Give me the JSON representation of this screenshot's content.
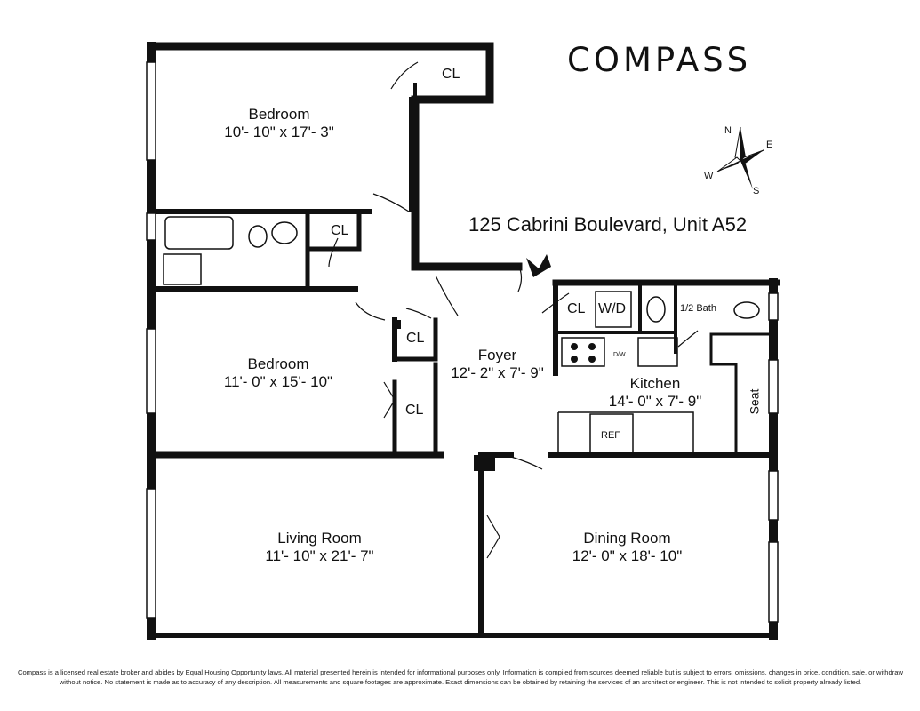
{
  "brand": {
    "name": "COMPASS"
  },
  "address": "125 Cabrini Boulevard, Unit A52",
  "compass": {
    "n": "N",
    "e": "E",
    "s": "S",
    "w": "W"
  },
  "rooms": {
    "bedroom1": {
      "name": "Bedroom",
      "dims": "10'- 10\" x 17'- 3\""
    },
    "bedroom2": {
      "name": "Bedroom",
      "dims": "11'- 0\" x 15'- 10\""
    },
    "foyer": {
      "name": "Foyer",
      "dims": "12'- 2\" x 7'- 9\""
    },
    "kitchen": {
      "name": "Kitchen",
      "dims": "14'- 0\" x 7'- 9\""
    },
    "living": {
      "name": "Living Room",
      "dims": "11'- 10\" x 21'- 7\""
    },
    "dining": {
      "name": "Dining Room",
      "dims": "12'- 0\" x 18'- 10\""
    }
  },
  "labels": {
    "cl": "CL",
    "wd": "W/D",
    "half_bath": "1/2 Bath",
    "seat": "Seat",
    "ref": "REF",
    "dw": "D/W"
  },
  "disclaimer": "Compass is a licensed real estate broker and abides by Equal Housing Opportunity laws. All material presented herein is intended for informational purposes only. Information is compiled from sources deemed reliable but is subject to errors, omissions, changes in price, condition, sale, or withdraw without notice. No statement is made as to accuracy of any description. All measurements and square footages are approximate. Exact dimensions can be obtained by retaining the services of an architect or engineer. This is not intended to solicit property already listed."
}
